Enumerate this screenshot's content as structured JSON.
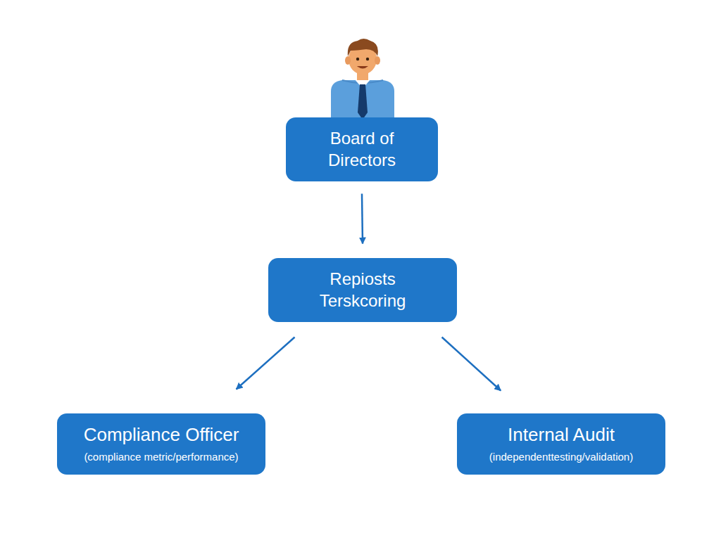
{
  "diagram": {
    "nodes": [
      {
        "text": [
          "Board of Directors"
        ]
      },
      {
        "text": [
          "Repiosts Terskcoring"
        ]
      },
      {
        "text": [
          "Compliance Officer",
          "(compliance metric/performance)"
        ]
      },
      {
        "text": [
          "Internal Audit",
          "(independenttesting/validation)"
        ]
      }
    ],
    "edges": [
      {
        "from": 0,
        "to": 1,
        "arrow": "to"
      },
      {
        "from": 1,
        "to": 2,
        "arrow": "to"
      },
      {
        "from": 1,
        "to": 3,
        "arrow": "to"
      }
    ]
  }
}
